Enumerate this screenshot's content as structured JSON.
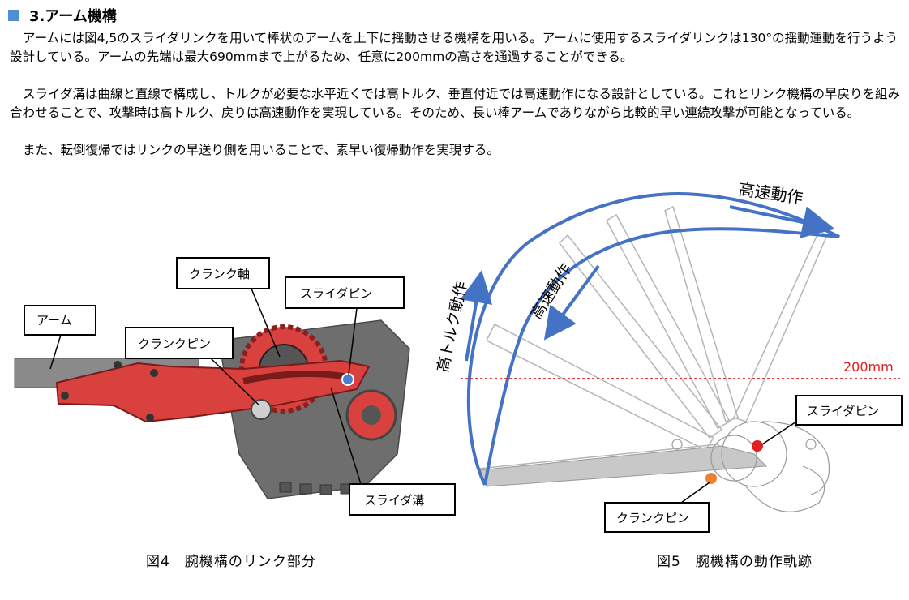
{
  "section": {
    "title": "3.アーム機構"
  },
  "paragraphs": [
    "アームには図4,5のスライダリンクを用いて棒状のアームを上下に揺動させる機構を用いる。アームに使用するスライダリンクは130°の揺動運動を行うよう設計している。アームの先端は最大690mmまで上がるため、任意に200mmの高さを通過することができる。",
    "スライダ溝は曲線と直線で構成し、トルクが必要な水平近くでは高トルク、垂直付近では高速動作になる設計としている。これとリンク機構の早戻りを組み合わせることで、攻撃時は高トルク、戻りは高速動作を実現している。そのため、長い棒アームでありながら比較的早い連続攻撃が可能となっている。",
    "また、転倒復帰ではリンクの早送り側を用いることで、素早い復帰動作を実現する。"
  ],
  "figure4": {
    "caption": "図4　腕機構のリンク部分",
    "labels": {
      "arm": "アーム",
      "crank_axis": "クランク軸",
      "crank_pin": "クランクピン",
      "slider_pin": "スライダピン",
      "slider_groove": "スライダ溝"
    },
    "colors": {
      "link_red": "#d9413f",
      "body_gray": "#6e6e6e"
    }
  },
  "figure5": {
    "caption": "図5　腕機構の動作軌跡",
    "labels": {
      "high_speed_top": "高速動作",
      "high_speed_mid": "高速動作",
      "high_torque": "高トルク動作",
      "height_line": "200mm",
      "slider_pin": "スライダピン",
      "crank_pin": "クランクピン"
    },
    "colors": {
      "trajectory": "#4472c4",
      "height_line": "#e02020",
      "slider_pin_dot": "#e02020",
      "crank_pin_dot": "#f08030"
    }
  }
}
